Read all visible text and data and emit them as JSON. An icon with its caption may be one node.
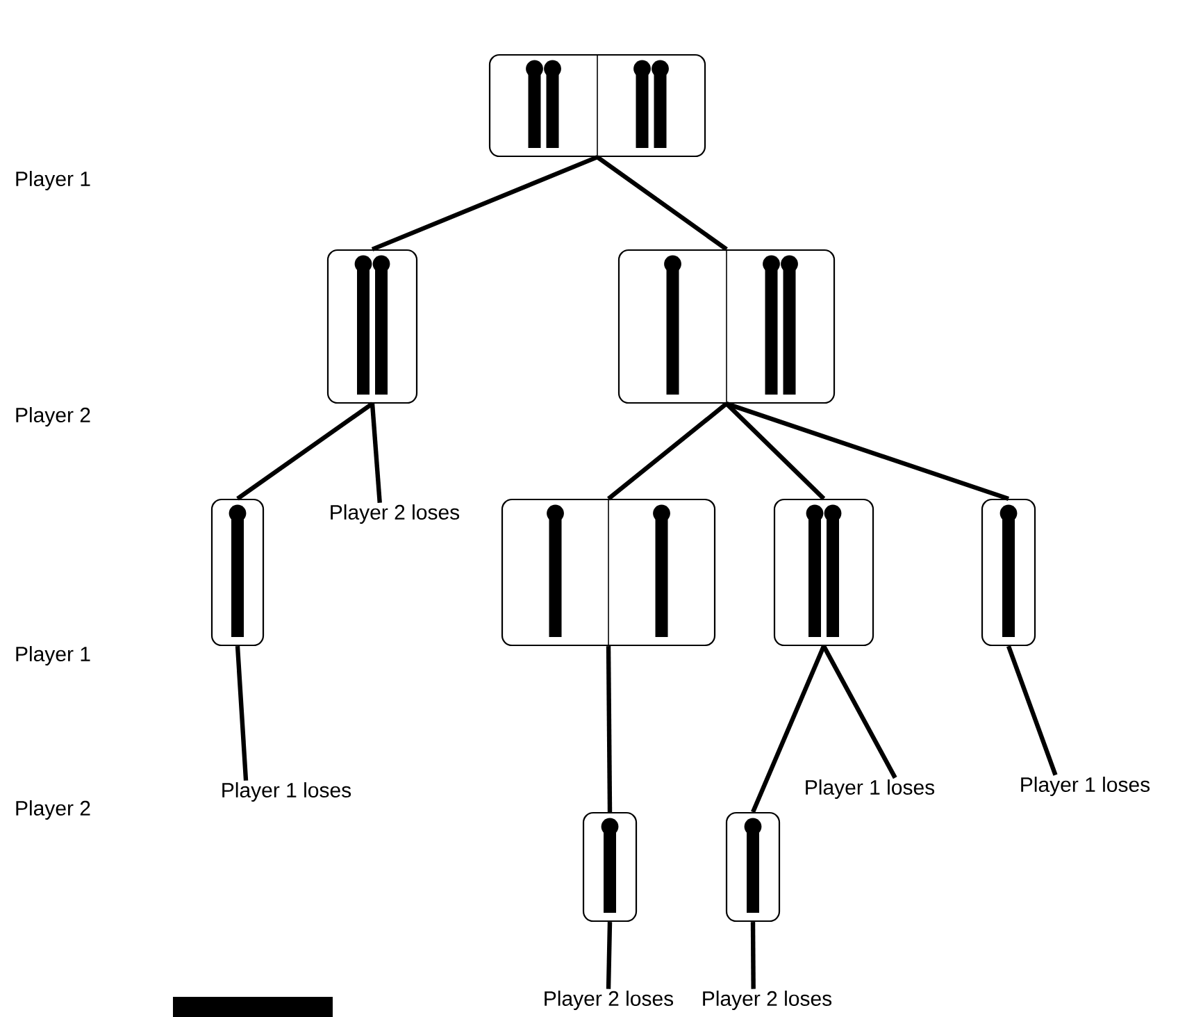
{
  "diagram": {
    "nodes": [
      {
        "text": [],
        "shape": "box"
      },
      {
        "text": [],
        "shape": "box"
      },
      {
        "text": [],
        "shape": "box"
      },
      {
        "text": [],
        "shape": "box"
      },
      {
        "text": [
          "Player 2 loses"
        ]
      },
      {
        "text": [],
        "shape": "box"
      },
      {
        "text": [],
        "shape": "box"
      },
      {
        "text": [],
        "shape": "box"
      },
      {
        "text": [
          "Player 1 loses"
        ]
      },
      {
        "text": [],
        "shape": "box"
      },
      {
        "text": [],
        "shape": "box"
      },
      {
        "text": [
          "Player 1 loses"
        ]
      },
      {
        "text": [
          "Player 1 loses"
        ]
      },
      {
        "text": [
          "Player 2 loses"
        ]
      },
      {
        "text": [
          "Player 2 loses"
        ]
      },
      {
        "text": [],
        "shape": "bar"
      }
    ],
    "edges": [
      {
        "from": 0,
        "to": 1,
        "arrow": "none"
      },
      {
        "from": 0,
        "to": 2,
        "arrow": "none"
      },
      {
        "from": 1,
        "to": 3,
        "arrow": "none"
      },
      {
        "from": 1,
        "to": 4,
        "arrow": "none"
      },
      {
        "from": 2,
        "to": 5,
        "arrow": "none"
      },
      {
        "from": 2,
        "to": 6,
        "arrow": "none"
      },
      {
        "from": 2,
        "to": 7,
        "arrow": "none"
      },
      {
        "from": 3,
        "to": 8,
        "arrow": "none"
      },
      {
        "from": 5,
        "to": 9,
        "arrow": "none"
      },
      {
        "from": 6,
        "to": 10,
        "arrow": "none"
      },
      {
        "from": 6,
        "to": 11,
        "arrow": "none"
      },
      {
        "from": 7,
        "to": 12,
        "arrow": "none"
      },
      {
        "from": 9,
        "to": 13,
        "arrow": "none"
      },
      {
        "from": 10,
        "to": 14,
        "arrow": "none"
      }
    ],
    "labels": [
      "Player 1",
      "Player 2",
      "Player 1",
      "Player 2"
    ]
  }
}
